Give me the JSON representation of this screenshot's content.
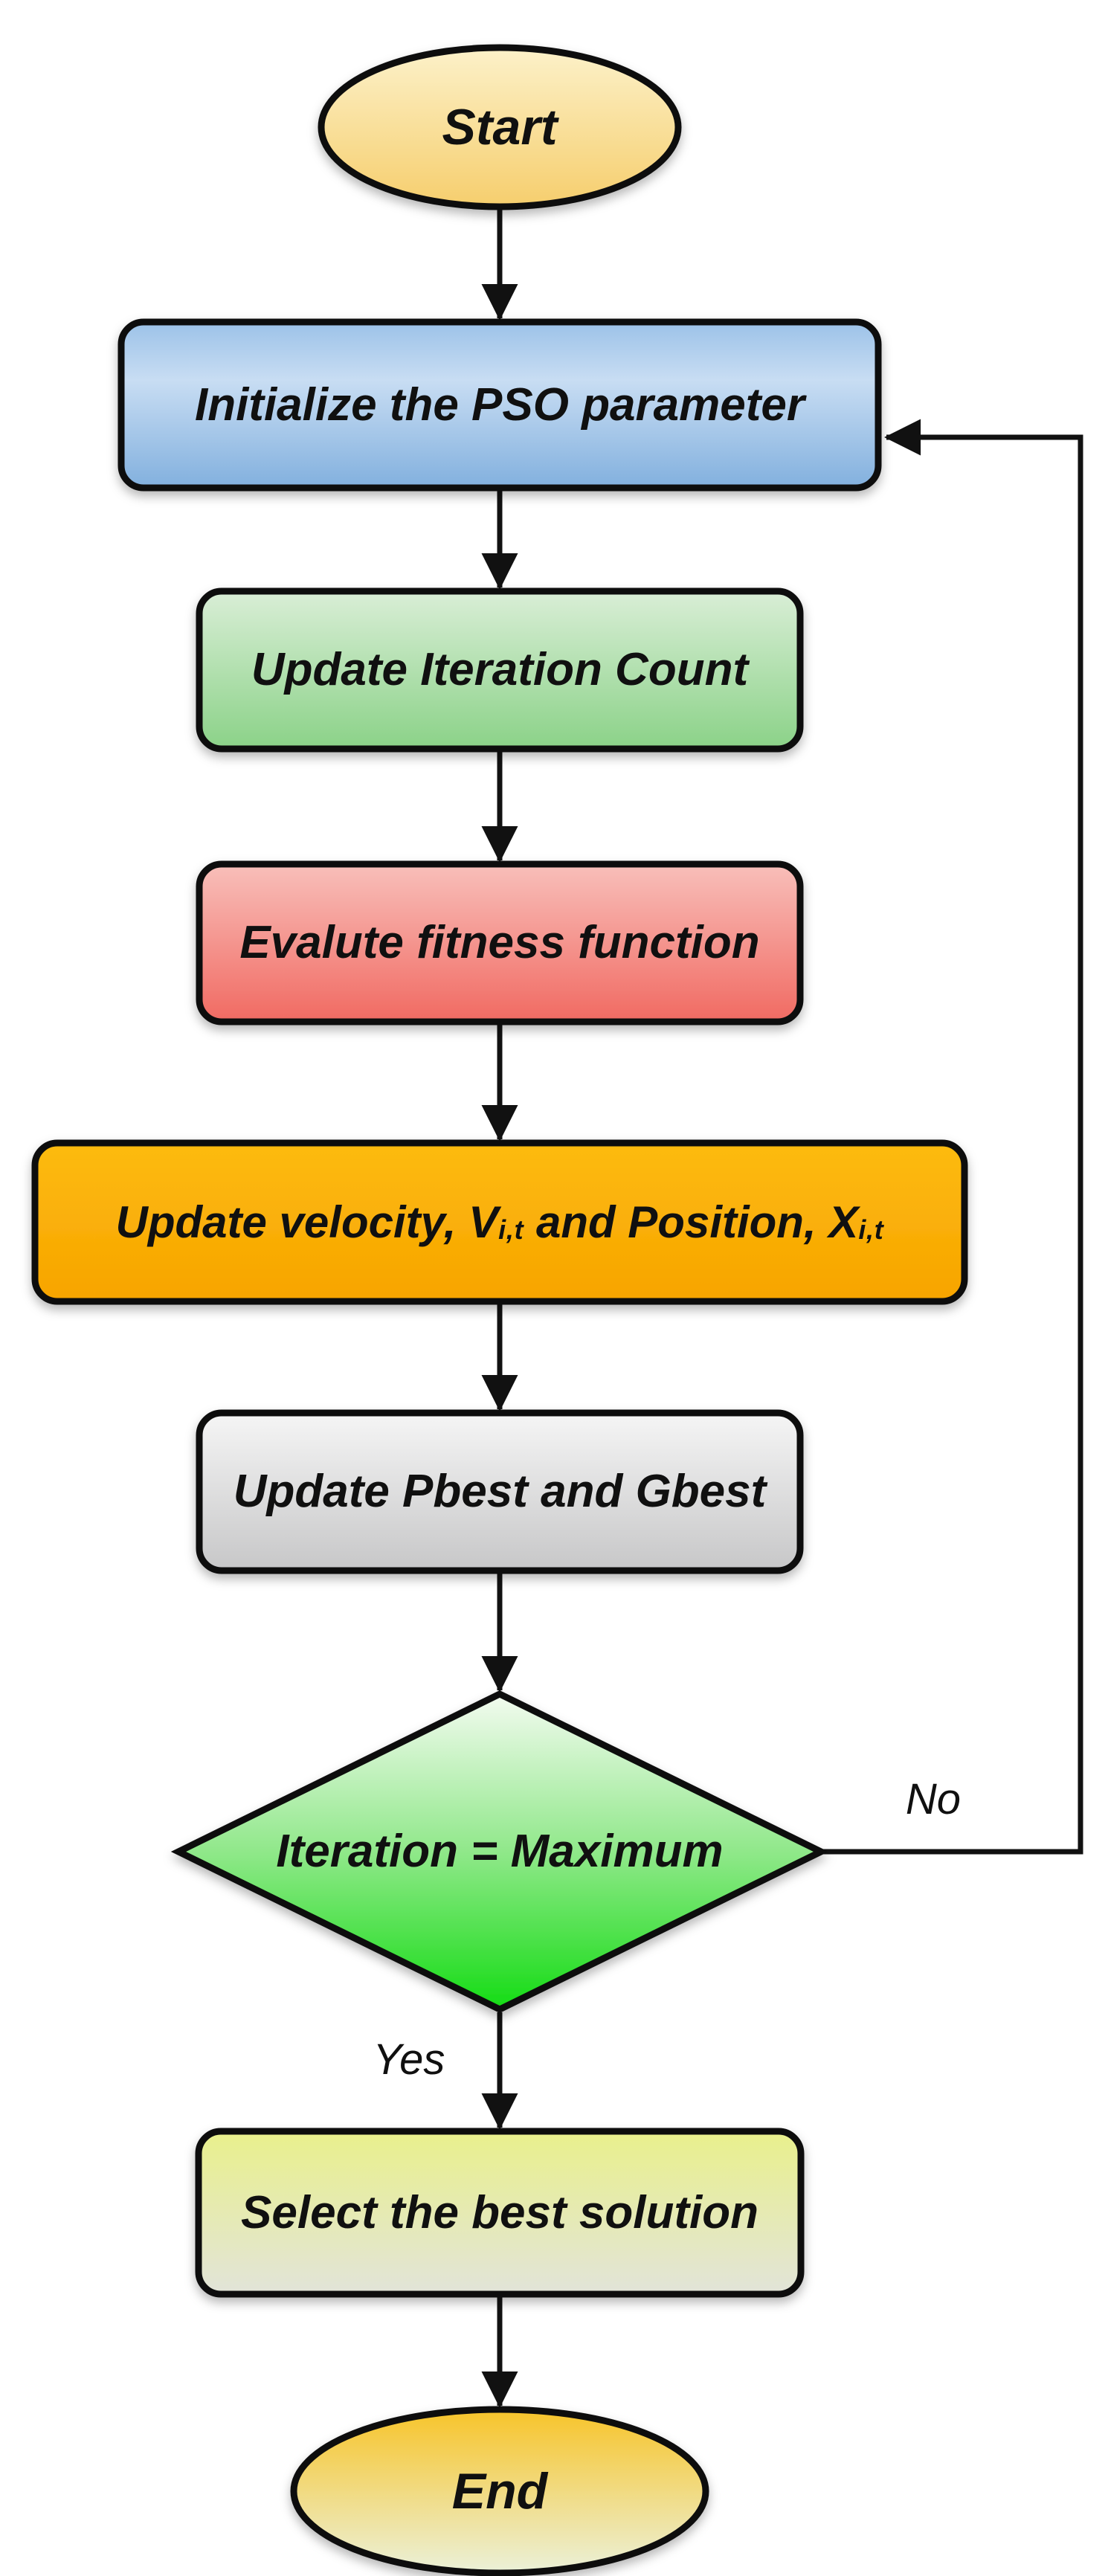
{
  "flowchart": {
    "nodes": {
      "start": {
        "label": "Start"
      },
      "init": {
        "label": "Initialize the PSO parameter"
      },
      "iteration": {
        "label": "Update Iteration Count"
      },
      "fitness": {
        "label": "Evalute fitness function"
      },
      "velocity": {
        "text_before_v": "Update velocity, V",
        "v_subscript": "i,t",
        "text_between": " and Position, X",
        "x_subscript": "i,t"
      },
      "best": {
        "label": "Update Pbest and Gbest"
      },
      "decision": {
        "label": "Iteration = Maximum"
      },
      "select": {
        "label": "Select the best solution"
      },
      "end": {
        "label": "End"
      }
    },
    "branches": {
      "no": "No",
      "yes": "Yes"
    },
    "colors": {
      "line": "#111111",
      "text": "#101010",
      "start_top": "#FCF1C9",
      "start_bottom": "#F6CE6D",
      "init_top": "#9CC2E8",
      "init_mid": "#C8DDF3",
      "init_bottom": "#82B0DE",
      "iteration_top": "#D9EED6",
      "iteration_bottom": "#8BD288",
      "fitness_top": "#F8BFBA",
      "fitness_bottom": "#F16A62",
      "velocity_top": "#FDBB0E",
      "velocity_bottom": "#F7A401",
      "best_top": "#F5F5F5",
      "best_bottom": "#C7C7C8",
      "decision_top": "#F3FBF0",
      "decision_mid": "#90E88A",
      "decision_bottom": "#14DC14",
      "select_top": "#E9F08C",
      "select_bottom": "#E2E4D9",
      "end_top": "#F7C42A",
      "end_bottom": "#EBF1D9"
    }
  }
}
